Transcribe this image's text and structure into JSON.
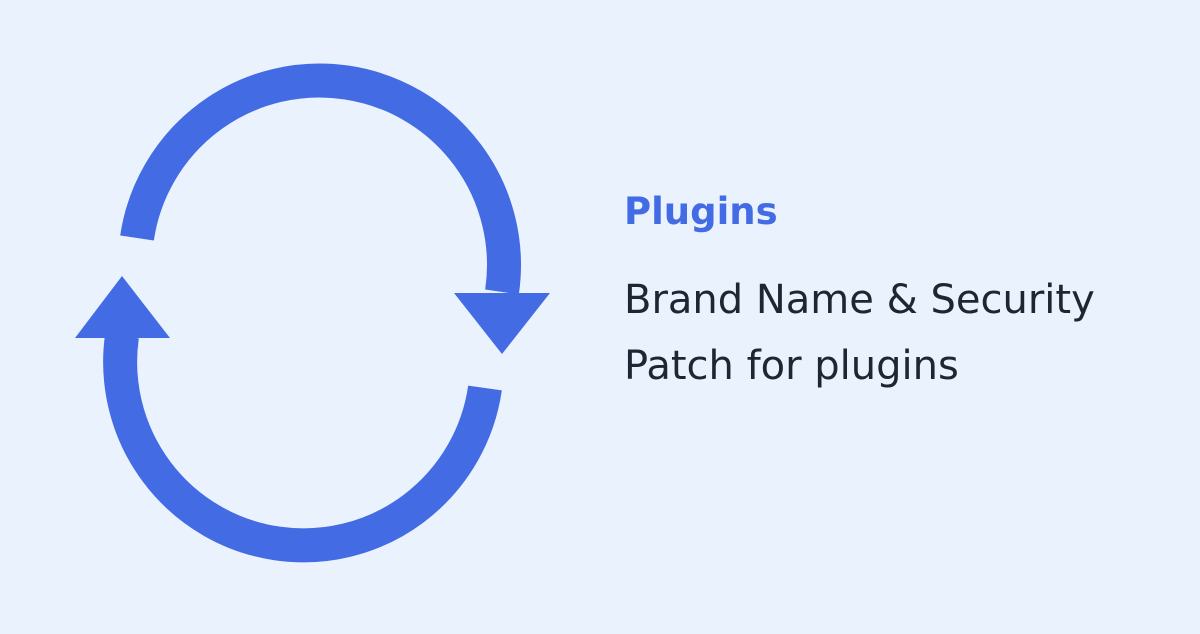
{
  "colors": {
    "background": "#EAF2FE",
    "accent": "#436BE3",
    "text": "#1F2533"
  },
  "graphic": {
    "icon": "refresh-cycle-icon"
  },
  "card": {
    "category": "Plugins",
    "title_line_1": "Brand Name & Security",
    "title_line_2": "Patch for plugins"
  }
}
